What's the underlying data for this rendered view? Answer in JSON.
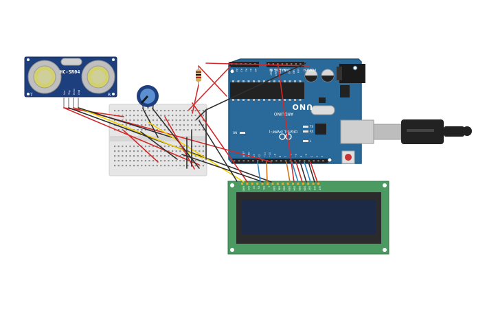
{
  "sensor": {
    "model": "HC-SR04",
    "t_mark": "T",
    "r_mark": "R",
    "pins": [
      "Vcc",
      "Trig",
      "Echo",
      "Gnd"
    ]
  },
  "arduino": {
    "brand": "ARDUINO",
    "model": "UNO",
    "on_label": "ON",
    "tx_label": "TX",
    "rx_label": "RX",
    "l_label": "L",
    "analog_label": "ANALOG IN",
    "power_label": "POWER",
    "digital_label": "DIGITAL (PWM~)",
    "analog_pins": [
      "A5",
      "A4",
      "A3",
      "A2",
      "A1",
      "A0"
    ],
    "power_pins": [
      "VIN",
      "GND",
      "GND",
      "5V",
      "3.3V",
      "RESET",
      "IOREF"
    ],
    "digital_pins": [
      "0",
      "1",
      "2",
      "~3",
      "4",
      "~5",
      "~6",
      "7",
      "8",
      "~9",
      "~10",
      "~11",
      "12",
      "13",
      "GND",
      "AREF"
    ]
  },
  "lcd": {
    "pins": [
      "GND",
      "VCC",
      "V0",
      "RS",
      "RW",
      "E",
      "DB0",
      "DB1",
      "DB2",
      "DB3",
      "DB4",
      "DB5",
      "DB6",
      "DB7",
      "LED",
      "LED"
    ]
  },
  "colors": {
    "board": "#2a6a9a",
    "board_edge": "#1d5278",
    "sensor": "#1e3f7d",
    "lcd_pcb": "#4a9a62",
    "lcd_screen": "#1c2a48",
    "wire_red": "#d22a2a",
    "wire_black": "#303030",
    "wire_yellow": "#f0d000",
    "wire_blue": "#2a88c8",
    "wire_orange": "#d0741c",
    "breadboard": "#e6e6e6"
  },
  "icons": [
    "potentiometer-icon",
    "resistor-icon",
    "usb-cable-icon",
    "reset-button-icon",
    "chip-icon",
    "capacitor-icon"
  ]
}
